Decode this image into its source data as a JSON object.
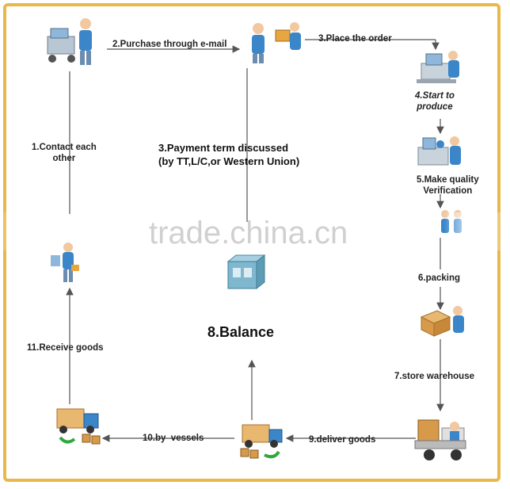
{
  "steps": {
    "s1": "1.Contact each\nother",
    "s2": "2.Purchase through e-mail",
    "s3_place": "3.Place the order",
    "s4": "4.Start to\nproduce",
    "s5": "5.Make quality\nVerification",
    "s6": "6.packing",
    "s7": "7.store warehouse",
    "s8": "8.Balance",
    "s9": "9.deliver goods",
    "s10": "10.by  vessels",
    "s11": "11.Receive goods"
  },
  "payment": {
    "line1": "3.Payment term discussed",
    "line2": "(by TT,L/C,or Western Union)"
  },
  "watermark": "trade.china.cn",
  "icons": [
    "buyer-cart-icon",
    "buyer-email-icon",
    "factory-office-icon",
    "production-worker-icon",
    "quality-check-icon",
    "buyer-waiting-icon",
    "bank-building-icon",
    "packing-icon",
    "forklift-warehouse-icon",
    "delivery-truck-icon",
    "vessel-truck-icon",
    "receive-truck-icon"
  ],
  "colors": {
    "frame": "#e8b84a",
    "arrow": "#555555",
    "accent_blue": "#3a86c8"
  }
}
